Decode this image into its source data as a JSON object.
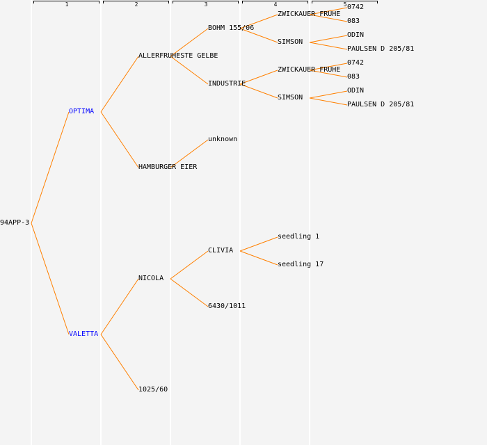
{
  "columns": [
    "1",
    "2",
    "3",
    "4",
    "5"
  ],
  "colors": {
    "line": "#ff8000",
    "highlight": "#0000ff",
    "text": "#000000"
  },
  "tree": {
    "label": "94APP-3",
    "children": [
      {
        "label": "OPTIMA",
        "highlight": true,
        "children": [
          {
            "label": "ALLERFRUHESTE GELBE",
            "children": [
              {
                "label": "BOHM 155/06",
                "children": [
                  {
                    "label": "ZWICKAUER FRUHE",
                    "children": [
                      {
                        "label": "0742"
                      },
                      {
                        "label": "083"
                      }
                    ]
                  },
                  {
                    "label": "SIMSON",
                    "children": [
                      {
                        "label": "ODIN"
                      },
                      {
                        "label": "PAULSEN D 205/81"
                      }
                    ]
                  }
                ]
              },
              {
                "label": "INDUSTRIE",
                "children": [
                  {
                    "label": "ZWICKAUER FRUHE",
                    "children": [
                      {
                        "label": "0742"
                      },
                      {
                        "label": "083"
                      }
                    ]
                  },
                  {
                    "label": "SIMSON",
                    "children": [
                      {
                        "label": "ODIN"
                      },
                      {
                        "label": "PAULSEN D 205/81"
                      }
                    ]
                  }
                ]
              }
            ]
          },
          {
            "label": "HAMBURGER EIER",
            "children": [
              {
                "label": "unknown"
              }
            ]
          }
        ]
      },
      {
        "label": "VALETTA",
        "highlight": true,
        "children": [
          {
            "label": "NICOLA",
            "children": [
              {
                "label": "CLIVIA",
                "children": [
                  {
                    "label": "seedling 1"
                  },
                  {
                    "label": "seedling 17"
                  }
                ]
              },
              {
                "label": "6430/1011"
              }
            ]
          },
          {
            "label": "1025/60"
          }
        ]
      }
    ]
  }
}
